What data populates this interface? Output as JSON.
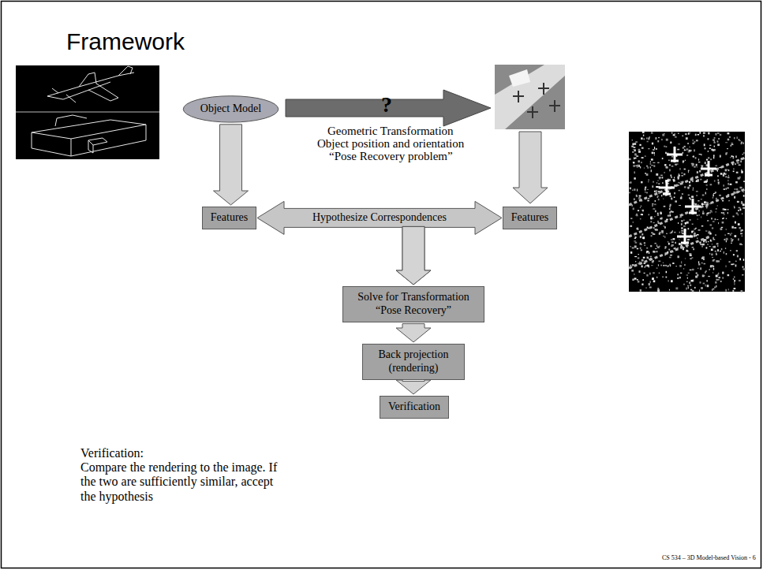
{
  "diagram": {
    "title": "Framework",
    "nodes": [
      {
        "text": [
          "Object Model"
        ]
      },
      {
        "text": [
          "Features"
        ]
      },
      {
        "text": [
          "Features"
        ]
      },
      {
        "text": [
          "Solve for Transformation “Pose Recovery”"
        ]
      },
      {
        "text": [
          "Back projection (rendering)"
        ]
      },
      {
        "text": [
          "Verification"
        ]
      }
    ],
    "edges": [
      {
        "from": 0,
        "to": 1,
        "arrow": "to"
      },
      {
        "from": 1,
        "to": 2,
        "label": "Hypothesize Correspondences",
        "arrow": "both"
      },
      {
        "from": 1,
        "to": 3,
        "arrow": "to"
      },
      {
        "from": 2,
        "to": 3,
        "arrow": "to"
      },
      {
        "from": 3,
        "to": 4,
        "arrow": "to"
      },
      {
        "from": 4,
        "to": 5,
        "arrow": "to"
      }
    ],
    "labels": [
      "?",
      "Geometric Transformation",
      "Object position and orientation",
      "“Pose Recovery problem”",
      "Verification:",
      "Compare the rendering to the image. If the two are sufficiently similar, accept the hypothesis",
      "CS 534 – 3D Model-based Vision - 6"
    ]
  }
}
